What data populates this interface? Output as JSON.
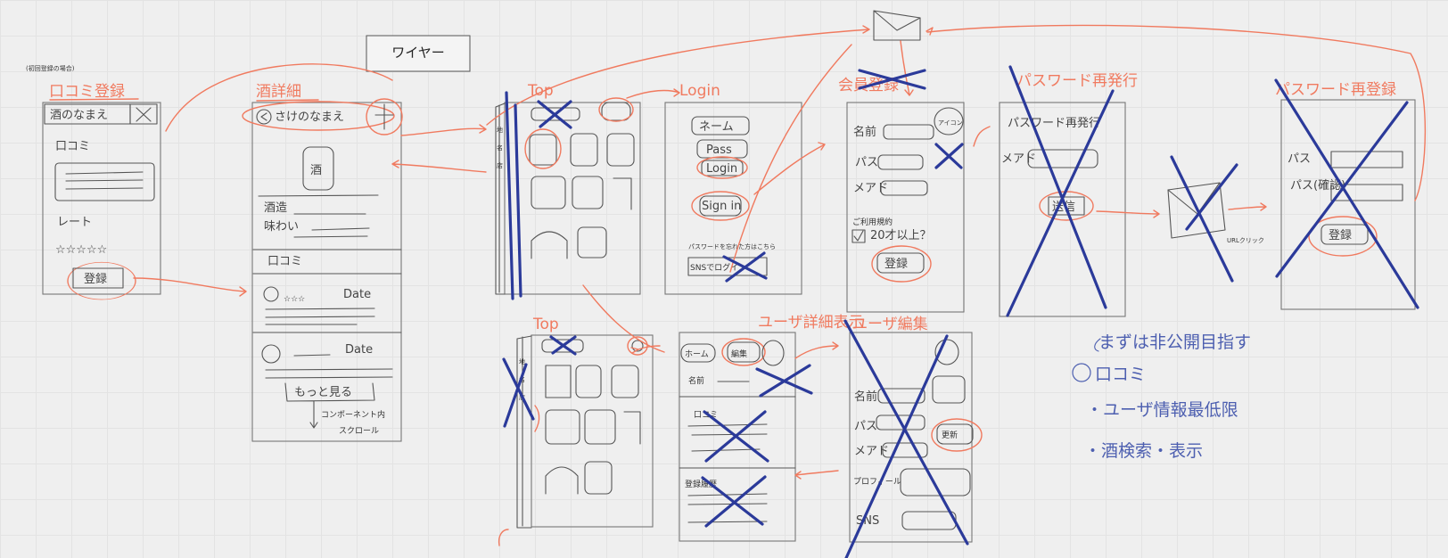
{
  "page_title": "ワイヤー",
  "note_first_registration": "(初回登録の場合)",
  "screen_titles": {
    "review_register": "口コミ登録",
    "sake_detail": "酒詳細",
    "top": "Top",
    "login": "Login",
    "signup": "会員登録",
    "password_reissue": "パスワード再発行",
    "password_reregister": "パスワード再登録",
    "top_logged_in": "Top",
    "user_detail": "ユーザ詳細表示",
    "user_edit": "ユーザ編集"
  },
  "review_register": {
    "sake_name": "酒のなまえ",
    "review_label": "口コミ",
    "rate_label": "レート",
    "register_button": "登録"
  },
  "sake_detail": {
    "sake_name": "さけのなまえ",
    "icon_text": "酒",
    "brewery_label": "酒造",
    "taste_label": "味わい",
    "review_label": "口コミ",
    "date_label_1": "Date",
    "date_label_2": "Date",
    "more_label": "もっと見る",
    "scroll_note_1": "コンポーネント内",
    "scroll_note_2": "スクロール"
  },
  "login": {
    "name_field": "ネーム",
    "pass_field": "Pass",
    "login_button": "Login",
    "signin_button": "Sign in",
    "forgot_password_link": "パスワードを忘れた方はこちら",
    "sns_login": "SNSでログイン"
  },
  "signup": {
    "name_label": "名前",
    "pass_label": "パス",
    "mail_label": "メアド",
    "icon_label": "アイコン",
    "agree_label": "ご利用規約",
    "age_check": "20才以上？",
    "register_button": "登録"
  },
  "password_reissue": {
    "title_text": "パスワード再発行",
    "mail_label": "メアド",
    "send_button": "送信"
  },
  "url_click_label": "URLクリック",
  "password_reregister": {
    "pass_label": "パス",
    "pass_confirm_label": "パス(確認)",
    "register_button": "登録"
  },
  "user_detail": {
    "home_button": "ホーム",
    "edit_button": "編集",
    "name_label": "名前",
    "review_label": "口コミ",
    "favorites_label": "登録履歴"
  },
  "user_edit": {
    "name_label": "名前",
    "pass_label": "パス",
    "mail_label": "メアド",
    "profile_label": "プロフィール",
    "update_button": "更新",
    "sns_label": "SNS"
  },
  "notes": {
    "heading": "まずは非公開目指す",
    "item_1": "口コミ",
    "item_2": "・ユーザ情報最低限",
    "item_3": "・酒検索・表示"
  },
  "colors": {
    "background": "#efefef",
    "red_ink": "#f07a5f",
    "blue_ink": "#2b3a9a",
    "dark_ink": "#555555"
  }
}
